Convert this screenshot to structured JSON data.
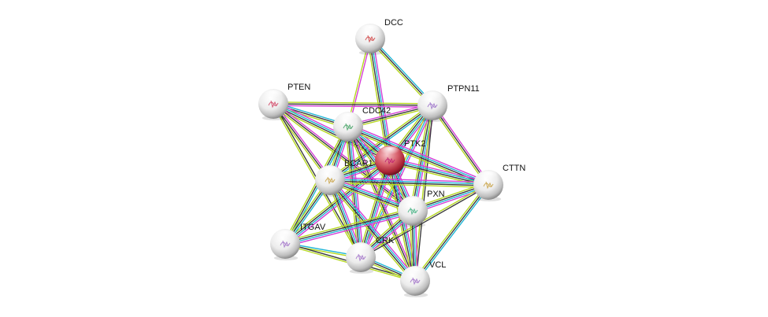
{
  "network": {
    "title": "Protein interaction network",
    "colors": {
      "curated_db": "#21b6d6",
      "experimental": "#d43ed6",
      "textmining": "#b5d81f",
      "coexpression": "#3c3c3c",
      "query_node": "#c9303f",
      "node": "#e6e6e6"
    },
    "nodes": [
      {
        "id": "DCC",
        "label": "DCC",
        "query": false,
        "structure_color": "#d04040"
      },
      {
        "id": "PTEN",
        "label": "PTEN",
        "query": false,
        "structure_color": "#d04060"
      },
      {
        "id": "PTPN11",
        "label": "PTPN11",
        "query": false,
        "structure_color": "#9a6fc8"
      },
      {
        "id": "CDC42",
        "label": "CDC42",
        "query": false,
        "structure_color": "#40a060"
      },
      {
        "id": "PTK2",
        "label": "PTK2",
        "query": true,
        "structure_color": "#c02070"
      },
      {
        "id": "BCAR1",
        "label": "BCAR1",
        "query": false,
        "structure_color": "#c8a040"
      },
      {
        "id": "CTTN",
        "label": "CTTN",
        "query": false,
        "structure_color": "#c8a040"
      },
      {
        "id": "PXN",
        "label": "PXN",
        "query": false,
        "structure_color": "#40b080"
      },
      {
        "id": "ITGAV",
        "label": "ITGAV",
        "query": false,
        "structure_color": "#a070c8"
      },
      {
        "id": "CRK",
        "label": "CRK",
        "query": false,
        "structure_color": "#a070c8"
      },
      {
        "id": "VCL",
        "label": "VCL",
        "query": false,
        "structure_color": "#a070c8"
      }
    ],
    "edges": [
      {
        "a": "DCC",
        "b": "CDC42",
        "types": [
          "experimental",
          "textmining"
        ]
      },
      {
        "a": "DCC",
        "b": "PTK2",
        "types": [
          "experimental",
          "curated_db",
          "coexpression",
          "textmining"
        ]
      },
      {
        "a": "DCC",
        "b": "PTPN11",
        "types": [
          "curated_db",
          "coexpression",
          "textmining"
        ]
      },
      {
        "a": "PTEN",
        "b": "PTPN11",
        "types": [
          "textmining",
          "coexpression",
          "experimental"
        ]
      },
      {
        "a": "PTEN",
        "b": "CDC42",
        "types": [
          "curated_db",
          "coexpression",
          "textmining"
        ]
      },
      {
        "a": "PTEN",
        "b": "PTK2",
        "types": [
          "experimental",
          "curated_db",
          "coexpression",
          "textmining"
        ]
      },
      {
        "a": "PTEN",
        "b": "BCAR1",
        "types": [
          "experimental",
          "coexpression",
          "textmining"
        ]
      },
      {
        "a": "PTEN",
        "b": "PXN",
        "types": [
          "experimental",
          "coexpression",
          "textmining"
        ]
      },
      {
        "a": "PTEN",
        "b": "CRK",
        "types": [
          "coexpression",
          "textmining"
        ]
      },
      {
        "a": "PTPN11",
        "b": "CDC42",
        "types": [
          "textmining",
          "coexpression",
          "experimental"
        ]
      },
      {
        "a": "PTPN11",
        "b": "PTK2",
        "types": [
          "experimental",
          "curated_db",
          "coexpression",
          "textmining"
        ]
      },
      {
        "a": "PTPN11",
        "b": "BCAR1",
        "types": [
          "curated_db",
          "coexpression",
          "textmining"
        ]
      },
      {
        "a": "PTPN11",
        "b": "CTTN",
        "types": [
          "experimental",
          "coexpression",
          "textmining"
        ]
      },
      {
        "a": "PTPN11",
        "b": "PXN",
        "types": [
          "experimental",
          "curated_db",
          "coexpression",
          "textmining"
        ]
      },
      {
        "a": "PTPN11",
        "b": "CRK",
        "types": [
          "experimental",
          "curated_db",
          "textmining"
        ]
      },
      {
        "a": "PTPN11",
        "b": "VCL",
        "types": [
          "coexpression",
          "textmining"
        ]
      },
      {
        "a": "CDC42",
        "b": "PTK2",
        "types": [
          "experimental",
          "curated_db",
          "coexpression",
          "textmining"
        ]
      },
      {
        "a": "CDC42",
        "b": "BCAR1",
        "types": [
          "experimental",
          "curated_db",
          "coexpression",
          "textmining"
        ]
      },
      {
        "a": "CDC42",
        "b": "CTTN",
        "types": [
          "experimental",
          "curated_db",
          "coexpression",
          "textmining"
        ]
      },
      {
        "a": "CDC42",
        "b": "PXN",
        "types": [
          "experimental",
          "curated_db",
          "coexpression",
          "textmining"
        ]
      },
      {
        "a": "CDC42",
        "b": "ITGAV",
        "types": [
          "curated_db",
          "coexpression",
          "textmining"
        ]
      },
      {
        "a": "CDC42",
        "b": "CRK",
        "types": [
          "experimental",
          "curated_db",
          "coexpression",
          "textmining"
        ]
      },
      {
        "a": "CDC42",
        "b": "VCL",
        "types": [
          "experimental",
          "coexpression",
          "textmining"
        ]
      },
      {
        "a": "PTK2",
        "b": "BCAR1",
        "types": [
          "experimental",
          "curated_db",
          "coexpression",
          "textmining"
        ]
      },
      {
        "a": "PTK2",
        "b": "CTTN",
        "types": [
          "experimental",
          "curated_db",
          "coexpression",
          "textmining"
        ]
      },
      {
        "a": "PTK2",
        "b": "PXN",
        "types": [
          "experimental",
          "curated_db",
          "coexpression",
          "textmining"
        ]
      },
      {
        "a": "PTK2",
        "b": "ITGAV",
        "types": [
          "experimental",
          "curated_db",
          "coexpression",
          "textmining"
        ]
      },
      {
        "a": "PTK2",
        "b": "CRK",
        "types": [
          "experimental",
          "curated_db",
          "coexpression",
          "textmining"
        ]
      },
      {
        "a": "PTK2",
        "b": "VCL",
        "types": [
          "experimental",
          "curated_db",
          "coexpression",
          "textmining"
        ]
      },
      {
        "a": "BCAR1",
        "b": "CTTN",
        "types": [
          "experimental",
          "curated_db",
          "coexpression",
          "textmining"
        ]
      },
      {
        "a": "BCAR1",
        "b": "PXN",
        "types": [
          "experimental",
          "curated_db",
          "coexpression",
          "textmining"
        ]
      },
      {
        "a": "BCAR1",
        "b": "ITGAV",
        "types": [
          "curated_db",
          "coexpression",
          "textmining"
        ]
      },
      {
        "a": "BCAR1",
        "b": "CRK",
        "types": [
          "experimental",
          "curated_db",
          "coexpression",
          "textmining"
        ]
      },
      {
        "a": "BCAR1",
        "b": "VCL",
        "types": [
          "experimental",
          "curated_db",
          "coexpression",
          "textmining"
        ]
      },
      {
        "a": "CTTN",
        "b": "PXN",
        "types": [
          "experimental",
          "curated_db",
          "coexpression",
          "textmining"
        ]
      },
      {
        "a": "CTTN",
        "b": "CRK",
        "types": [
          "coexpression",
          "textmining"
        ]
      },
      {
        "a": "CTTN",
        "b": "VCL",
        "types": [
          "curated_db",
          "coexpression",
          "textmining"
        ]
      },
      {
        "a": "PXN",
        "b": "ITGAV",
        "types": [
          "experimental",
          "curated_db",
          "coexpression",
          "textmining"
        ]
      },
      {
        "a": "PXN",
        "b": "CRK",
        "types": [
          "experimental",
          "curated_db",
          "coexpression",
          "textmining"
        ]
      },
      {
        "a": "PXN",
        "b": "VCL",
        "types": [
          "experimental",
          "curated_db",
          "coexpression",
          "textmining"
        ]
      },
      {
        "a": "ITGAV",
        "b": "CRK",
        "types": [
          "curated_db",
          "textmining"
        ]
      },
      {
        "a": "ITGAV",
        "b": "VCL",
        "types": [
          "coexpression",
          "textmining"
        ]
      },
      {
        "a": "CRK",
        "b": "VCL",
        "types": [
          "curated_db",
          "coexpression",
          "textmining"
        ]
      }
    ]
  }
}
